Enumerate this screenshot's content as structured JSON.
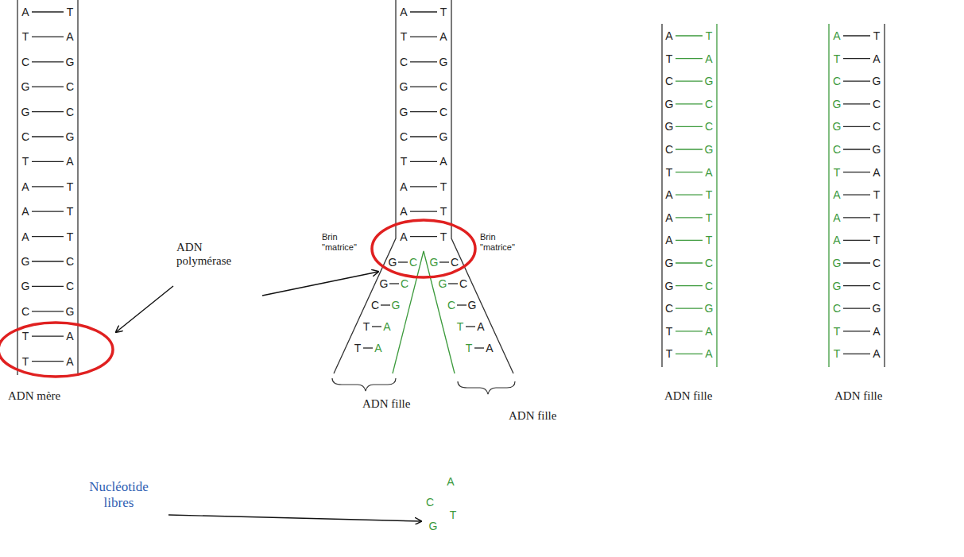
{
  "diagram": {
    "labels": [
      "A",
      "T",
      "T",
      "A",
      "C",
      "G",
      "G",
      "C",
      "G",
      "C",
      "C",
      "G",
      "T",
      "A",
      "A",
      "T",
      "A",
      "T",
      "A",
      "T",
      "G",
      "C",
      "G",
      "C",
      "C",
      "G",
      "T",
      "A",
      "T",
      "A",
      "A",
      "T",
      "T",
      "A",
      "C",
      "G",
      "G",
      "C",
      "G",
      "C",
      "C",
      "G",
      "T",
      "A",
      "A",
      "T",
      "A",
      "T",
      "A",
      "T",
      "G",
      "C",
      "G",
      "C",
      "C",
      "G",
      "T",
      "A",
      "T",
      "A",
      "G",
      "C",
      "G",
      "C",
      "C",
      "G",
      "T",
      "A",
      "T",
      "A",
      "A",
      "T",
      "T",
      "A",
      "C",
      "G",
      "G",
      "C",
      "G",
      "C",
      "C",
      "G",
      "T",
      "A",
      "A",
      "T",
      "A",
      "T",
      "A",
      "T",
      "G",
      "C",
      "G",
      "C",
      "C",
      "G",
      "T",
      "A",
      "T",
      "A",
      "A",
      "T",
      "T",
      "A",
      "C",
      "G",
      "G",
      "C",
      "G",
      "C",
      "C",
      "G",
      "T",
      "A",
      "A",
      "T",
      "A",
      "T",
      "A",
      "T",
      "G",
      "C",
      "G",
      "C",
      "C",
      "G",
      "T",
      "A",
      "T",
      "A",
      "ADN polymérase",
      "Brin \"matrice\"",
      "Brin \"matrice\"",
      "ADN mère",
      "ADN fille",
      "ADN fille",
      "ADN fille",
      "ADN fille",
      "Nucléotide libres",
      "A",
      "C",
      "T",
      "G"
    ]
  }
}
